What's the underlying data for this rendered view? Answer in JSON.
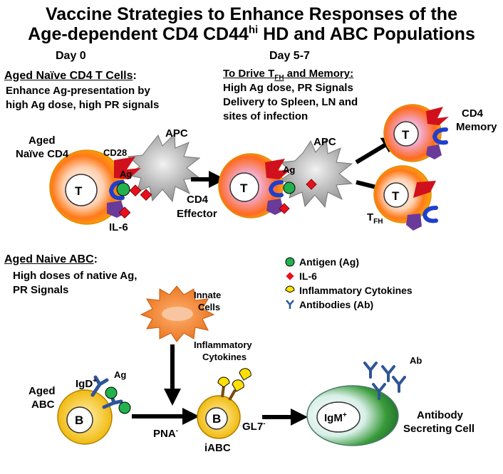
{
  "title": {
    "line1": "Vaccine Strategies  to Enhance Responses of the",
    "line2_pre": "Age-dependent CD4 CD44",
    "line2_sup": "hi",
    "line2_post": " HD and ABC Populations"
  },
  "days": {
    "day0": "Day 0",
    "day57": "Day 5-7"
  },
  "tcell_section": {
    "heading": "Aged Naïve CD4 T Cells",
    "heading_colon": ":",
    "text1": "Enhance Ag-presentation by",
    "text2": "high Ag dose, high PR signals"
  },
  "drive_section": {
    "heading_pre": "To Drive T",
    "heading_sub": "FH",
    "heading_post": " and Memory:",
    "text1": "High Ag dose, PR Signals",
    "text2": "Delivery to Spleen, LN and",
    "text3": "sites of infection"
  },
  "labels": {
    "aged_naive_cd4_1": "Aged",
    "aged_naive_cd4_2": "Naïve CD4",
    "cd28": "CD28",
    "ag": "Ag",
    "apc": "APC",
    "il6": "IL-6",
    "t": "T",
    "cd4_effector_1": "CD4",
    "cd4_effector_2": "Effector",
    "cd4_memory_1": "CD4",
    "cd4_memory_2": "Memory",
    "tfh_main": "T",
    "tfh_sub": "FH"
  },
  "abc_section": {
    "heading": "Aged Naive ABC",
    "heading_colon": ":",
    "text1": "High doses of native Ag,",
    "text2": "PR Signals"
  },
  "bcell_labels": {
    "innate_1": "Innate",
    "innate_2": "Cells",
    "inflam_1": "Inflammatory",
    "inflam_2": "Cytokines",
    "aged_abc_1": "Aged",
    "aged_abc_2": "ABC",
    "igd": "IgD",
    "igd_sup": "+",
    "ag": "Ag",
    "b": "B",
    "pna": "PNA",
    "pna_sup": "-",
    "gl7": "GL7",
    "gl7_sup": "-",
    "iabc": "iABC",
    "igm": "IgM",
    "igm_sup": "+",
    "ab": "Ab",
    "asc_1": "Antibody",
    "asc_2": "Secreting Cell"
  },
  "legend": [
    {
      "label": "Antigen (Ag)",
      "icon": "green-circle-icon",
      "color": "#22b14c"
    },
    {
      "label": "IL-6",
      "icon": "red-diamond-icon",
      "color": "#e8101c"
    },
    {
      "label": "Inflammatory Cytokines",
      "icon": "yellow-crescent-icon",
      "color": "#ffe000"
    },
    {
      "label": "Antibodies (Ab)",
      "icon": "antibody-icon",
      "color": "#2f5597"
    }
  ]
}
